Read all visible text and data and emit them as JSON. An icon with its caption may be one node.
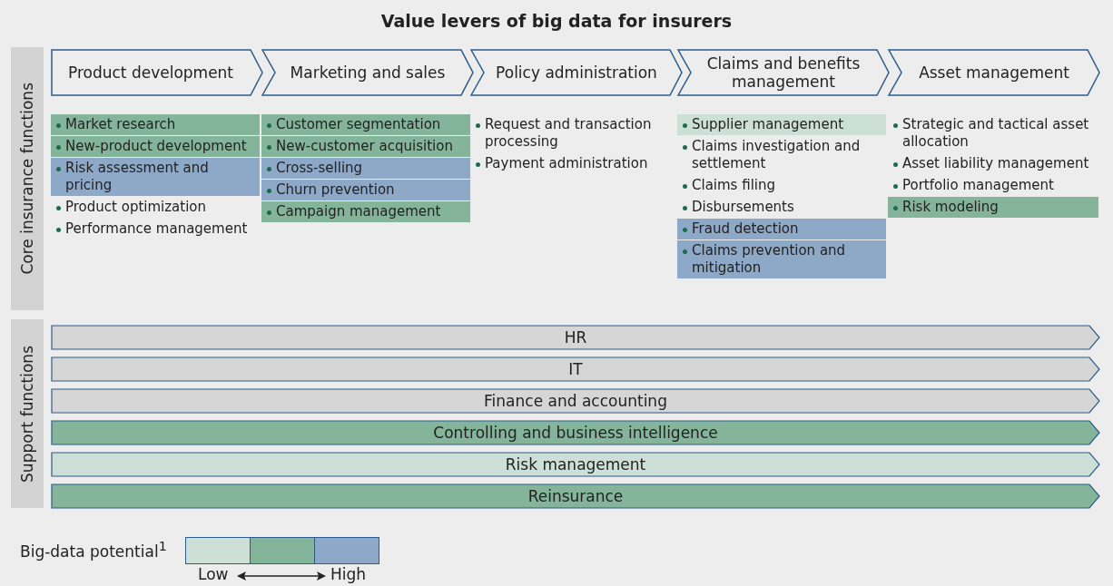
{
  "diagram": {
    "title": "Value levers of big data for insurers",
    "nodes": [
      {
        "text": [
          "Core insurance functions"
        ]
      },
      {
        "text": [
          "Product development"
        ]
      },
      {
        "text": [
          "Marketing and sales"
        ]
      },
      {
        "text": [
          "Policy administration"
        ]
      },
      {
        "text": [
          "Claims and benefits management"
        ]
      },
      {
        "text": [
          "Asset management"
        ]
      },
      {
        "text": [
          "Market research"
        ]
      },
      {
        "text": [
          "New-product development"
        ]
      },
      {
        "text": [
          "Risk assessment and pricing"
        ]
      },
      {
        "text": [
          "Product optimization"
        ]
      },
      {
        "text": [
          "Performance management"
        ]
      },
      {
        "text": [
          "Customer segmentation"
        ]
      },
      {
        "text": [
          "New-customer acquisition"
        ]
      },
      {
        "text": [
          "Cross-selling"
        ]
      },
      {
        "text": [
          "Churn prevention"
        ]
      },
      {
        "text": [
          "Campaign management"
        ]
      },
      {
        "text": [
          "Request and transaction processing"
        ]
      },
      {
        "text": [
          "Payment administration"
        ]
      },
      {
        "text": [
          "Supplier management"
        ]
      },
      {
        "text": [
          "Claims investigation and settlement"
        ]
      },
      {
        "text": [
          "Claims filing"
        ]
      },
      {
        "text": [
          "Disbursements"
        ]
      },
      {
        "text": [
          "Fraud detection"
        ]
      },
      {
        "text": [
          "Claims prevention and mitigation"
        ]
      },
      {
        "text": [
          "Strategic and tactical asset allocation"
        ]
      },
      {
        "text": [
          "Asset liability management"
        ]
      },
      {
        "text": [
          "Portfolio management"
        ]
      },
      {
        "text": [
          "Risk modeling"
        ]
      },
      {
        "text": [
          "Support functions"
        ]
      },
      {
        "text": [
          "HR"
        ]
      },
      {
        "text": [
          "IT"
        ]
      },
      {
        "text": [
          "Finance and accounting"
        ]
      },
      {
        "text": [
          "Controlling and business intelligence"
        ]
      },
      {
        "text": [
          "Risk management"
        ]
      },
      {
        "text": [
          "Reinsurance"
        ]
      }
    ],
    "labels": [
      "Big-data potential$^{1}$",
      "Low",
      "High"
    ]
  }
}
